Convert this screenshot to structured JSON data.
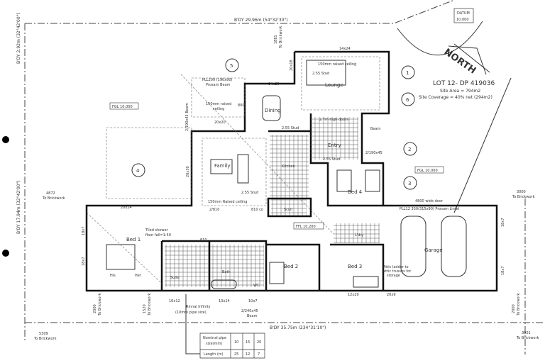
{
  "boundary": {
    "top": "B'DY 29.96m (54°32'30\")",
    "left_top": "B'DY 2.92m (32°42'00\")",
    "left": "B'DY 17.94m (32°42'00\")",
    "bottom": "B'DY 35.75m (234°31'10\")"
  },
  "datum": {
    "label": "DATUM",
    "value": "10.000"
  },
  "north": "NORTH",
  "lot": {
    "title": "LOT 12- DP 419036",
    "area": "Site Area = 794m2",
    "coverage": "Site Coverage = 40% net (294m2)"
  },
  "levels": {
    "fgl_left": "FGL 10.000",
    "fgl_right": "FGL 10.000",
    "ffl": "FFL 10.200"
  },
  "markers": [
    "1",
    "2",
    "3",
    "4",
    "5",
    "6"
  ],
  "rooms": {
    "lounge": "Lounge",
    "dining": "Dining",
    "family": "Family",
    "kitchen": "Kitchen",
    "entry": "Entry",
    "bed4": "Bed 4",
    "scull": "Scull",
    "laundry": "L'dry",
    "bed1": "Bed 1",
    "his": "His",
    "her": "Her",
    "suite": "Suite",
    "bath": "Bath",
    "bed2": "Bed 2",
    "bed3": "Bed 3",
    "garage": "Garage",
    "wc": "WC"
  },
  "notes": {
    "stud": "2.55 Stud",
    "raised_lounge": "150mm raised ceiling",
    "raised_dining_1": "150mm raised",
    "raised_dining_2": "ceiling",
    "raised_family": "150mm Raised ceiling",
    "beam_pll200_1": "PLL200 (190x90)",
    "beam_pll200_2": "Prosam Beam",
    "beam_side": "2/190x45 Beam",
    "high_doors": "2.7m high doors",
    "beam": "Beam",
    "beam_entry": "2/190x45",
    "shower_1": "Tiled shower",
    "shower_2": "floor fall=1:40",
    "rinnai_1": "Rinnai Infinity",
    "rinnai_2": "(10mm pipe size)",
    "beam_bottom_1": "2/240x45",
    "beam_bottom_2": "Beam",
    "garage_door": "4800 wide door",
    "garage_lintel": "PLL12 350(315x90) Prosam Lintel",
    "attic_1": "Attic ladder to",
    "attic_2": "attic trusses for",
    "attic_3": "storage",
    "door_2_810": "2/810",
    "door_810_co": "810 co",
    "door_810": "810",
    "door_800": "800"
  },
  "windows": {
    "w14x20": "14x20",
    "w14x24": "14x24",
    "w20x18": "20x18",
    "w20x20": "20x20",
    "w20x30": "20x30",
    "w20x24": "20x24",
    "w18x7": "18x7",
    "w10x12": "10x12",
    "w10x14": "10x14",
    "w10x7": "10x7",
    "w12x20": "12x20",
    "w20x9": "20x9"
  },
  "dims": {
    "to_brickwork": "To Brickwork",
    "d4872": "4872",
    "d3000": "3000",
    "d5309": "5309",
    "d3001": "3001",
    "d2000": "2000",
    "d1520": "1520",
    "d1881": "1881"
  },
  "pipe_table": {
    "header": [
      "Nominal pipe",
      "size(mm)"
    ],
    "sizes": [
      "10",
      "15",
      "20"
    ],
    "length_label": "Length (m)",
    "lengths": [
      "25",
      "12",
      "7"
    ]
  }
}
